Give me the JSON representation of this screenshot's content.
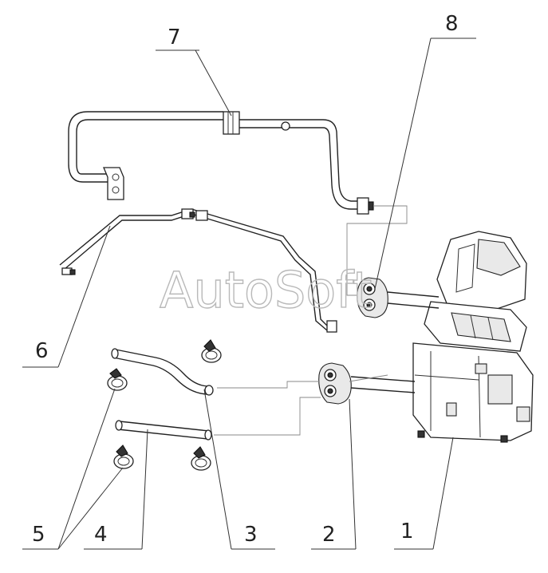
{
  "watermark": "AutoSoft",
  "callouts": {
    "c1": "1",
    "c2": "2",
    "c3": "3",
    "c4": "4",
    "c5": "5",
    "c6": "6",
    "c7": "7",
    "c8": "8"
  }
}
